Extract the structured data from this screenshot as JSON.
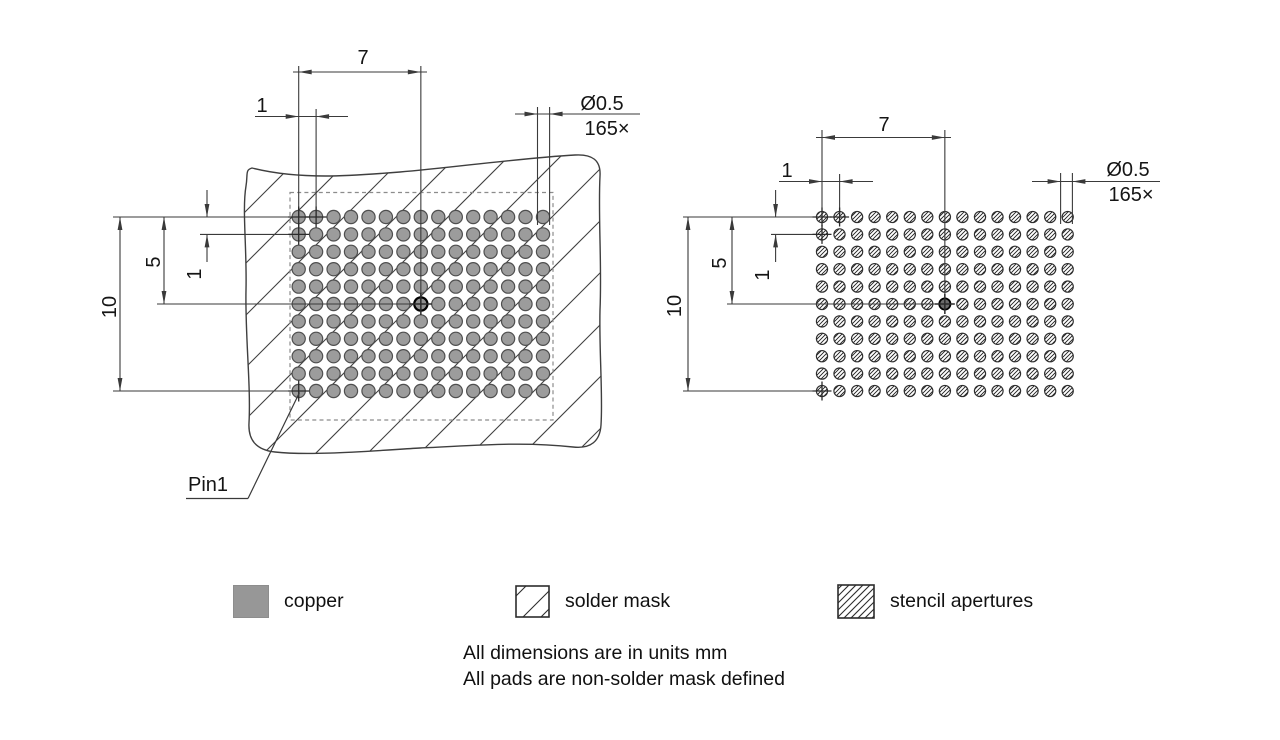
{
  "drawing": {
    "views": {
      "copper": {
        "pin1_label": "Pin1",
        "dims": {
          "span_h": "7",
          "pitch_h": "1",
          "span_v": "10",
          "half_v": "5",
          "pitch_v": "1",
          "diameter": "Ø0.5",
          "count": "165×"
        }
      },
      "stencil": {
        "dims": {
          "span_h": "7",
          "pitch_h": "1",
          "span_v": "10",
          "half_v": "5",
          "pitch_v": "1",
          "diameter": "Ø0.5",
          "count": "165×"
        }
      }
    },
    "grid": {
      "rows": 11,
      "cols": 15,
      "pad_count": 165,
      "pitch_mm": 1,
      "pad_diameter_mm": 0.5,
      "span_half_h_mm": 7,
      "span_v_mm": 10,
      "span_half_v_mm": 5
    }
  },
  "legend": {
    "items": [
      {
        "label": "copper"
      },
      {
        "label": "solder mask"
      },
      {
        "label": "stencil apertures"
      }
    ]
  },
  "notes": {
    "line1": "All dimensions are in units mm",
    "line2": "All pads are non-solder mask defined"
  },
  "colors": {
    "copper_fill": "#9c9c9c",
    "line": "#3a3a3a"
  }
}
